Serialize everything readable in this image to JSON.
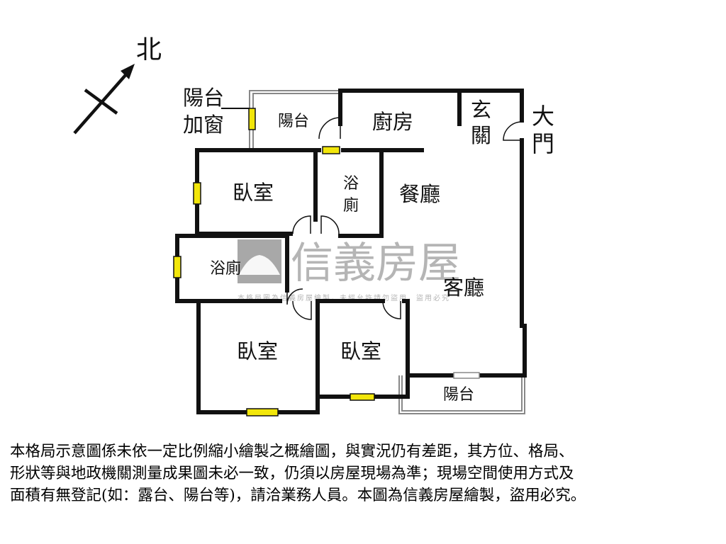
{
  "compass": {
    "label": "北"
  },
  "labels": {
    "balcony_window_line1": "陽台",
    "balcony_window_line2": "加窗",
    "balcony_top": "陽台",
    "kitchen": "廚房",
    "foyer_1": "玄",
    "foyer_2": "關",
    "main_door_1": "大",
    "main_door_2": "門",
    "bedroom_top": "臥室",
    "bath_top_1": "浴",
    "bath_top_2": "廁",
    "dining": "餐廳",
    "bath_left": "浴廁",
    "living": "客廳",
    "bedroom_bottom_left": "臥室",
    "bedroom_bottom_mid": "臥室",
    "balcony_bottom": "陽台"
  },
  "watermark": {
    "brand": "信義房屋",
    "fine_print": "本格局圖為信義房屋繪製，未經允許請勿盜用，盜用必究"
  },
  "disclaimer": {
    "line1": "本格局示意圖係未依一定比例縮小繪製之概繪圖，與實況仍有差距，其方位、格局、",
    "line2": "形狀等與地政機關測量成果圖未必一致，仍須以房屋現場為準；現場空間使用方式及",
    "line3": "面積有無登記(如：露台、陽台等)，請洽業務人員。本圖為信義房屋繪製，盜用必究。"
  },
  "colors": {
    "wall": "#111111",
    "window": "#f2e60a",
    "watermark": "#b5b5b5"
  }
}
